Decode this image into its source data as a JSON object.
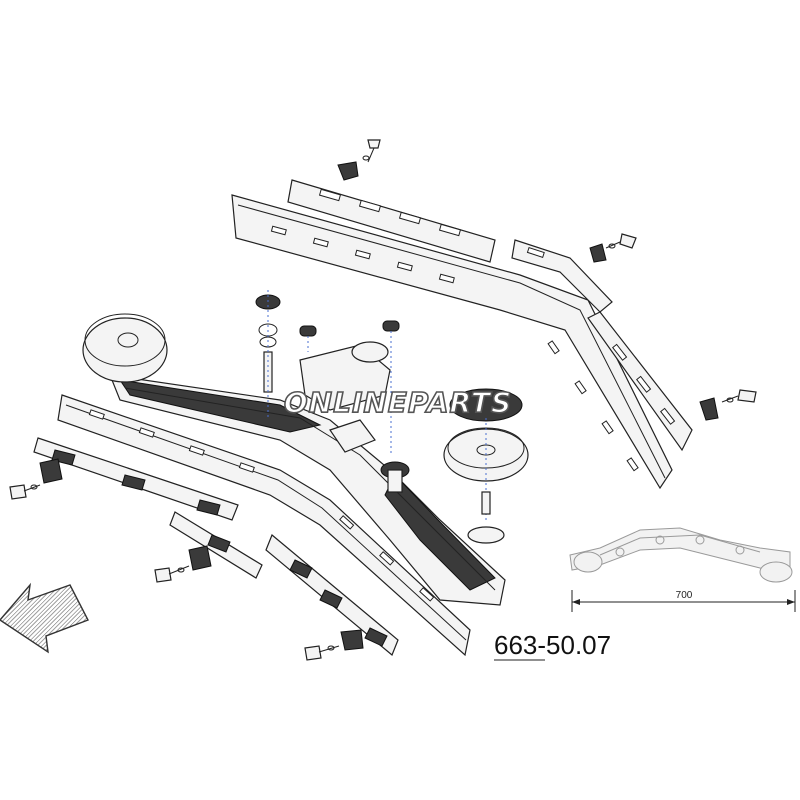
{
  "diagram": {
    "part_number": "663-50.07",
    "dimension_label": "700",
    "watermark": "ONLINEPARTS"
  }
}
